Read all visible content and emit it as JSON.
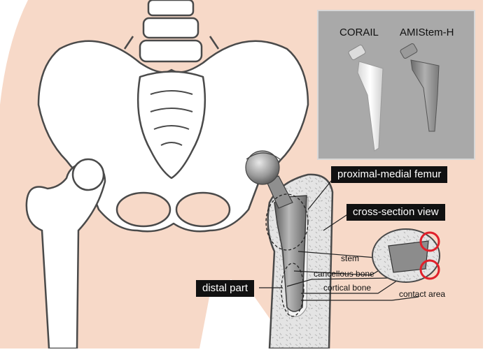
{
  "stems": {
    "left_title": "CORAIL",
    "right_title": "AMIStem-H"
  },
  "labels": {
    "proximal": "proximal-medial femur",
    "cross_section": "cross-section view",
    "distal": "distal part",
    "stem": "stem",
    "cancellous": "cancellous bone",
    "cortical": "cortical bone",
    "contact": "contact area"
  },
  "colors": {
    "skin": "#f7d9c8",
    "bone_outline": "#4a4a4a",
    "implant_grey": "#8a8a8a",
    "highlight_red": "#e0202a",
    "label_bg": "#111111"
  }
}
